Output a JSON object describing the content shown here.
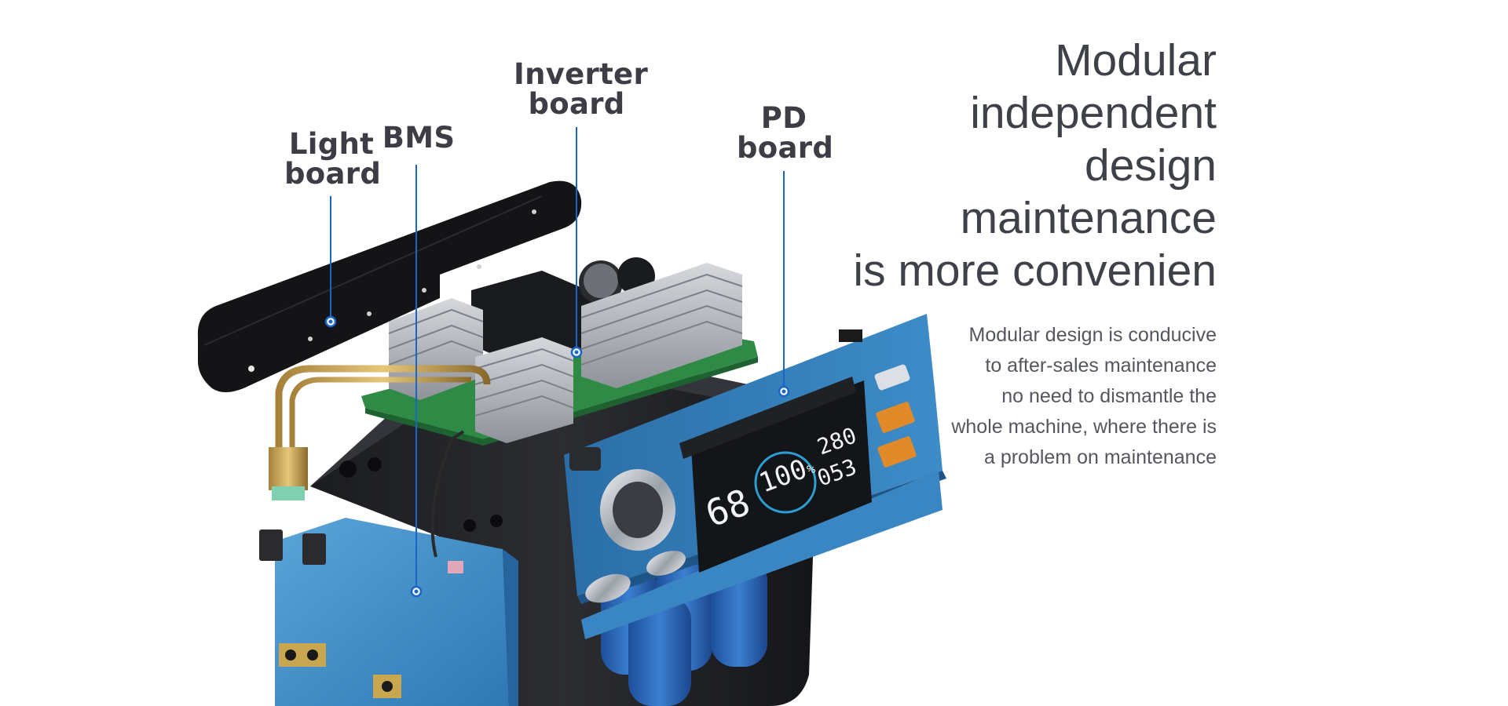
{
  "callouts": {
    "light_board": [
      "Light",
      "board"
    ],
    "bms": [
      "BMS"
    ],
    "inverter_board": [
      "Inverter",
      "board"
    ],
    "pd_board": [
      "PD",
      "board"
    ]
  },
  "headline": [
    "Modular",
    "independent",
    "design",
    "maintenance",
    "is more convenien"
  ],
  "description": [
    "Modular design is conducive",
    "to after-sales maintenance",
    "no need to dismantle the",
    "whole machine, where there is",
    "a problem on maintenance"
  ],
  "display": {
    "left_reading": "68",
    "center_reading": "100",
    "center_unit": "%",
    "top_right_reading": "280",
    "bottom_right_reading": "053"
  },
  "colors": {
    "callout_line": "#1a66c8",
    "blue_panel": "#3f8fc8",
    "text_dark": "#3f4148"
  }
}
